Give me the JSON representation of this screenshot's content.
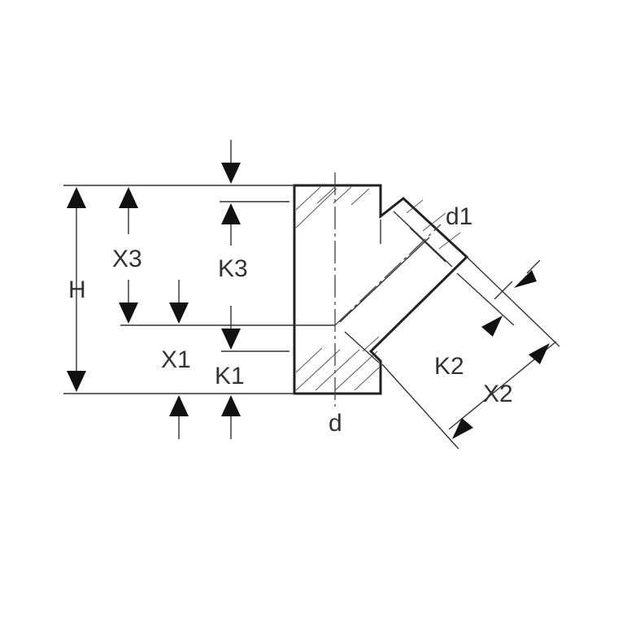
{
  "labels": {
    "H": "H",
    "X3": "X3",
    "K3": "K3",
    "X1": "X1",
    "K1": "K1",
    "d": "d",
    "d1": "d1",
    "K2": "K2",
    "X2": "X2"
  },
  "colors": {
    "line": "#222222",
    "text": "#333333",
    "background": "#ffffff"
  }
}
